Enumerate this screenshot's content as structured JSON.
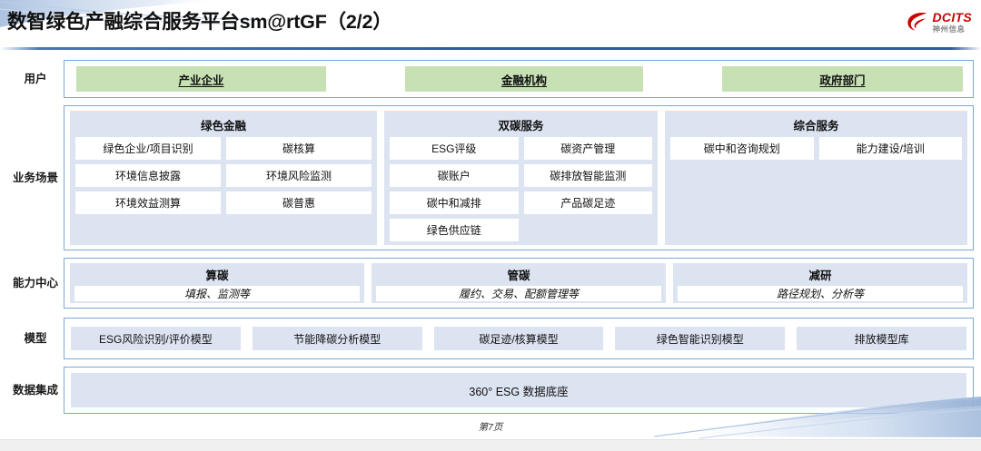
{
  "header": {
    "title": "数智绿色产融综合服务平台sm@rtGF（2/2）",
    "logo_main": "DCITS",
    "logo_sub": "神州信息",
    "brand_red": "#cc0000",
    "rule_blue": "#2f5a9e"
  },
  "colors": {
    "green_chip": "#c7e0b4",
    "blue_panel": "#dce3f1",
    "panel_border": "#7ba7d7",
    "white_cell": "#ffffff"
  },
  "rows": {
    "users": {
      "label": "用户",
      "items": [
        {
          "label": "产业企业"
        },
        {
          "label": "金融机构"
        },
        {
          "label": "政府部门"
        }
      ]
    },
    "scenarios": {
      "label": "业务场景",
      "columns": [
        {
          "title": "绿色金融",
          "cells": [
            "绿色企业/项目识别",
            "碳核算",
            "环境信息披露",
            "环境风险监测",
            "环境效益测算",
            "碳普惠"
          ]
        },
        {
          "title": "双碳服务",
          "cells": [
            "ESG评级",
            "碳资产管理",
            "碳账户",
            "碳排放智能监测",
            "碳中和减排",
            "产品碳足迹",
            "绿色供应链"
          ]
        },
        {
          "title": "综合服务",
          "cells": [
            "碳中和咨询规划",
            "能力建设/培训"
          ]
        }
      ]
    },
    "capability": {
      "label": "能力中心",
      "columns": [
        {
          "title": "算碳",
          "subtitle": "填报、监测等"
        },
        {
          "title": "管碳",
          "subtitle": "履约、交易、配额管理等"
        },
        {
          "title": "减研",
          "subtitle": "路径规划、分析等"
        }
      ]
    },
    "models": {
      "label": "模型",
      "items": [
        "ESG风险识别/评价模型",
        "节能降碳分析模型",
        "碳足迹/核算模型",
        "绿色智能识别模型",
        "排放模型库"
      ]
    },
    "data_integration": {
      "label": "数据集成",
      "item": "360° ESG 数据底座"
    }
  },
  "footer": {
    "page_note": "第7页"
  }
}
